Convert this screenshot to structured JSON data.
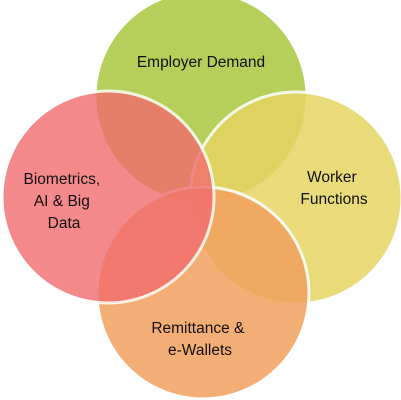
{
  "diagram": {
    "type": "venn",
    "sets": [
      {
        "id": "employer",
        "lines": [
          "Employer Demand"
        ],
        "color": "#b5cf5a"
      },
      {
        "id": "worker",
        "lines": [
          "Worker",
          "Functions"
        ],
        "color": "#e6d463"
      },
      {
        "id": "remittance",
        "lines": [
          "Remittance &",
          "e-Wallets"
        ],
        "color": "#f2a15e"
      },
      {
        "id": "biometrics",
        "lines": [
          "Biometrics,",
          "AI & Big",
          "Data"
        ],
        "color": "#f26c6f"
      }
    ],
    "background": "#ffffff"
  }
}
